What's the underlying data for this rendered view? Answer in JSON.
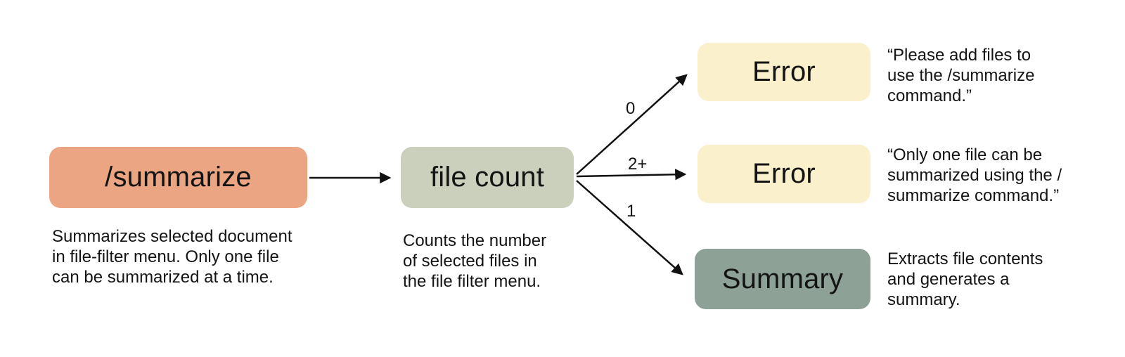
{
  "nodes": {
    "summarize": {
      "label": "/summarize",
      "caption": "Summarizes selected document\nin file-filter menu. Only one file\ncan be summarized at a time.",
      "color": "#EBA583"
    },
    "file_count": {
      "label": "file count",
      "caption": "Counts the number\nof selected files in\nthe file filter menu.",
      "color": "#CBD0BD"
    },
    "error_zero": {
      "label": "Error",
      "caption": "“Please add files to\nuse the /summarize\ncommand.”",
      "color": "#FAF0CC"
    },
    "error_many": {
      "label": "Error",
      "caption": "“Only one file can be\nsummarized using the /\nsummarize command.”",
      "color": "#FAF0CC"
    },
    "summary": {
      "label": "Summary",
      "caption": "Extracts file contents\nand generates a\nsummary.",
      "color": "#8DA196"
    }
  },
  "edges": {
    "count_to_error_zero": {
      "label": "0"
    },
    "count_to_error_many": {
      "label": "2+"
    },
    "count_to_summary": {
      "label": "1"
    }
  },
  "edge_color": "#111111"
}
